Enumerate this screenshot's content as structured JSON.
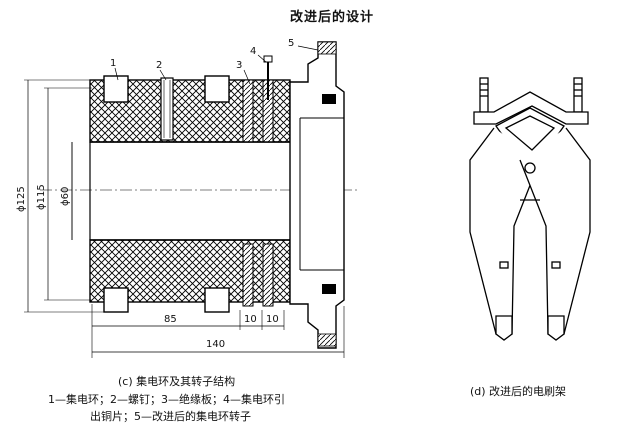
{
  "title": "改进后的设计",
  "figure_c": {
    "caption": "(c) 集电环及其转子结构",
    "legend_line1": "1—集电环；2—螺钉；3—绝缘板；4—集电环引",
    "legend_line2": "出铜片；5—改进后的集电环转子",
    "part_numbers": [
      "1",
      "2",
      "3",
      "4",
      "5"
    ],
    "dimensions": {
      "phi125": "ϕ125",
      "phi115": "ϕ115",
      "phi60": "ϕ60",
      "len85": "85",
      "len10a": "10",
      "len10b": "10",
      "len140": "140"
    }
  },
  "figure_d": {
    "caption": "(d) 改进后的电刷架"
  }
}
